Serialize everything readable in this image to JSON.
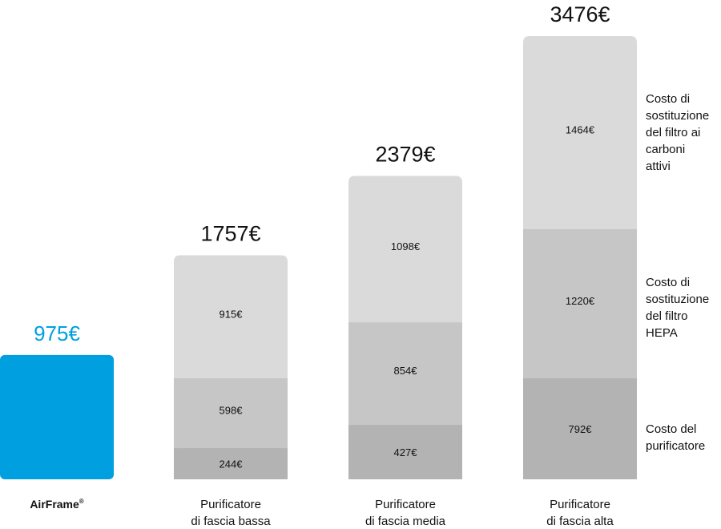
{
  "chart_data": {
    "type": "bar",
    "stacked": true,
    "categories": [
      [
        "AirFrame",
        "®"
      ],
      [
        "Purificatore",
        "di fascia bassa"
      ],
      [
        "Purificatore",
        "di fascia media"
      ],
      [
        "Purificatore",
        "di fascia alta"
      ]
    ],
    "series": [
      {
        "name": "Costo del purificatore",
        "values": [
          975,
          244,
          427,
          792
        ]
      },
      {
        "name": "Costo di sostituzione del filtro HEPA",
        "values": [
          0,
          598,
          854,
          1220
        ]
      },
      {
        "name": "Costo di sostituzione del filtro ai carboni attivi",
        "values": [
          0,
          915,
          1098,
          1464
        ]
      }
    ],
    "segment_labels": [
      [],
      [
        "244€",
        "598€",
        "915€"
      ],
      [
        "427€",
        "854€",
        "1098€"
      ],
      [
        "792€",
        "1220€",
        "1464€"
      ]
    ],
    "totals": [
      "975€",
      "1757€",
      "2379€",
      "3476€"
    ],
    "legend": {
      "placement": "right",
      "entries": [
        [
          "Costo di",
          "sostituzione",
          "del filtro ai",
          "carboni",
          "attivi"
        ],
        [
          "Costo di",
          "sostituzione",
          "del filtro",
          "HEPA"
        ],
        [
          "Costo del",
          "purificatore"
        ]
      ]
    },
    "colors": {
      "highlight": "#009FDF",
      "segment_bottom": "#B3B3B3",
      "segment_middle": "#C6C6C6",
      "segment_top": "#DADADA",
      "text": "#111111"
    },
    "ylim": [
      0,
      3476
    ],
    "grid": false
  }
}
